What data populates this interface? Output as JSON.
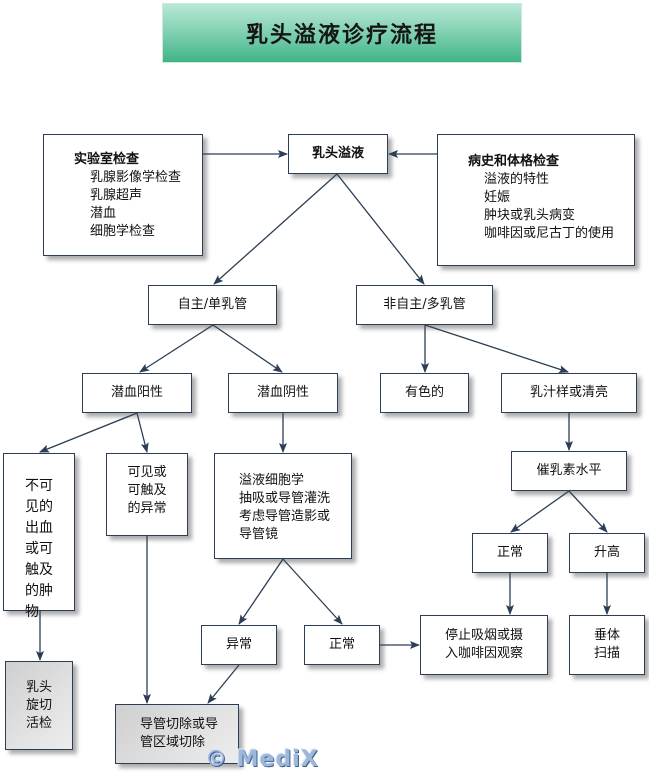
{
  "title": "乳头溢液诊疗流程",
  "colors": {
    "title_gradient_top": "#b8e8d6",
    "title_gradient_bottom": "#3fb487",
    "node_border": "#2b3e55",
    "connector": "#2b3e55",
    "terminal_fill": "#dcdcdc"
  },
  "nodes": {
    "start": {
      "label": "乳头溢液"
    },
    "lab": {
      "heading": "实验室检查",
      "items": [
        "乳腺影像学检查",
        "乳腺超声",
        "潜血",
        "细胞学检查"
      ]
    },
    "history": {
      "heading": "病史和体格检查",
      "items": [
        "溢液的特性",
        "妊娠",
        "肿块或乳头病变",
        "咖啡因或尼古丁的使用"
      ]
    },
    "spontaneous": {
      "label": "自主/单乳管"
    },
    "nonspontaneous": {
      "label": "非自主/多乳管"
    },
    "occult_pos": {
      "label": "潜血阳性"
    },
    "occult_neg": {
      "label": "潜血阴性"
    },
    "colored": {
      "label": "有色的"
    },
    "milky": {
      "label": "乳汁样或清亮"
    },
    "invisible": {
      "lines": [
        "不可",
        "见的",
        "出血",
        "或可",
        "触及",
        "的肿",
        "物"
      ]
    },
    "visible": {
      "lines": [
        "可见或",
        "可触及",
        "的异常"
      ]
    },
    "cytology": {
      "lines": [
        "溢液细胞学",
        "抽吸或导管灌洗",
        "考虑导管造影或",
        "导管镜"
      ]
    },
    "prolactin": {
      "label": "催乳素水平"
    },
    "prl_normal": {
      "label": "正常"
    },
    "prl_high": {
      "label": "升高"
    },
    "cyto_abnormal": {
      "label": "异常"
    },
    "cyto_normal": {
      "label": "正常"
    },
    "stop": {
      "lines": [
        "停止吸烟或摄",
        "入咖啡因观察"
      ]
    },
    "pituitary": {
      "lines": [
        "垂体",
        "扫描"
      ]
    },
    "biopsy": {
      "lines": [
        "乳头",
        "旋切",
        "活检"
      ]
    },
    "excision": {
      "lines": [
        "导管切除或导",
        "管区域切除"
      ]
    }
  },
  "watermark": "© MediX"
}
